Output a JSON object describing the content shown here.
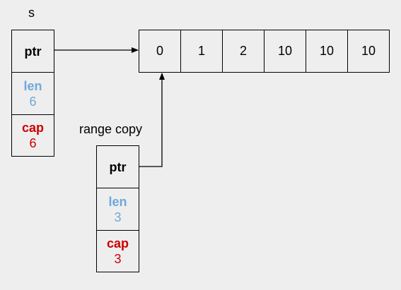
{
  "colors": {
    "len": "#6fa8dc",
    "cap": "#cc0000",
    "background": "#eeeeee"
  },
  "slice_s": {
    "label": "s",
    "ptr_label": "ptr",
    "len_label": "len",
    "len_value": "6",
    "cap_label": "cap",
    "cap_value": "6"
  },
  "range_copy": {
    "label": "range copy",
    "ptr_label": "ptr",
    "len_label": "len",
    "len_value": "3",
    "cap_label": "cap",
    "cap_value": "3"
  },
  "backing_array": [
    "0",
    "1",
    "2",
    "10",
    "10",
    "10"
  ]
}
